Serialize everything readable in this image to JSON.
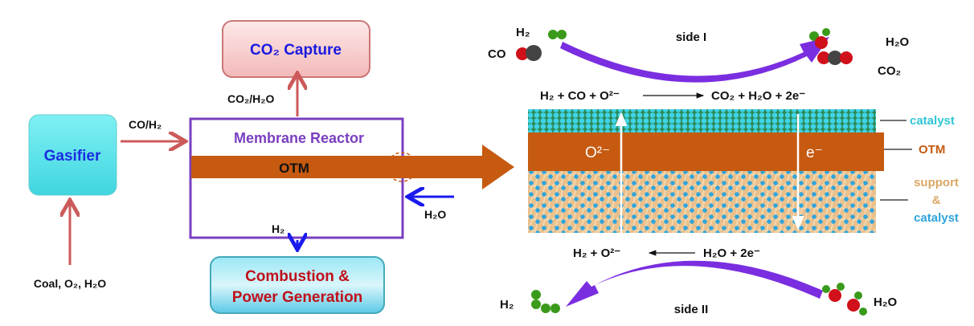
{
  "left": {
    "gasifier": "Gasifier",
    "co2_capture": "CO₂ Capture",
    "membrane_reactor": "Membrane Reactor",
    "otm": "OTM",
    "combustion_line1": "Combustion &",
    "combustion_line2": "Power Generation",
    "feed_label": "Coal, O₂, H₂O",
    "syngas_label": "CO/H₂",
    "exhaust_label": "CO₂/H₂O",
    "h2_label": "H₂",
    "h2o_label": "H₂O"
  },
  "right": {
    "side1": "side I",
    "side2": "side II",
    "reactant_co": "CO",
    "reactant_h2": "H₂",
    "product_h2o": "H₂O",
    "product_co2": "CO₂",
    "bottom_h2": "H₂",
    "bottom_h2o": "H₂O",
    "eq_top_left": "H₂ + CO + O²⁻",
    "eq_top_right": "CO₂ + H₂O + 2e⁻",
    "eq_bottom_left": "H₂ + O²⁻",
    "eq_bottom_right": "H₂O + 2e⁻",
    "ion_label": "O²⁻",
    "electron_label": "e⁻",
    "layer_catalyst": "catalyst",
    "layer_otm": "OTM",
    "layer_support_1": "support",
    "layer_support_2": "&",
    "layer_support_3": "catalyst"
  },
  "colors": {
    "otm": "#c65a10",
    "purple": "#7a2ee0",
    "red_arrow": "#cc5a5a",
    "blue_arrow": "#1a1aee"
  }
}
